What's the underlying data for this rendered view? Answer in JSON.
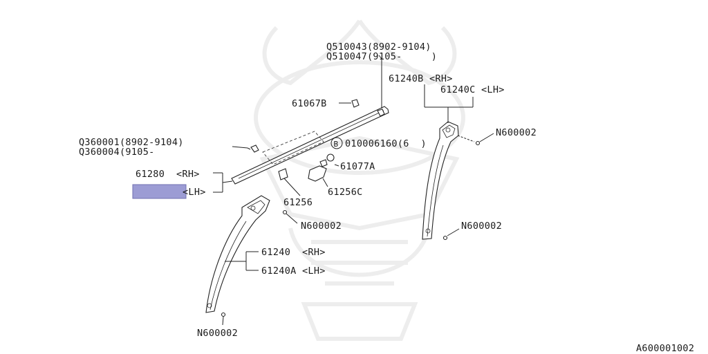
{
  "diagram": {
    "image_code": "A600001002",
    "labels": {
      "q510043": "Q510043(8902-9104)",
      "q510047": "Q510047(9105-     )",
      "p61240b": "61240B <RH>",
      "p61240c": "61240C <LH>",
      "p61067b": "61067B",
      "q360001": "Q360001(8902-9104)",
      "q360004": "Q360004(9105-",
      "b_circle": "B",
      "b_part": "010006160(6  )",
      "p61077a": "61077A",
      "p61280": "61280  <RH>",
      "p61280_lh": "<LH>",
      "p61256c": "61256C",
      "p61256": "61256",
      "n600002_a": "N600002",
      "n600002_b": "N600002",
      "n600002_c": "N600002",
      "n600002_d": "N600002",
      "p61240": "61240  <RH>",
      "p61240a": "61240A <LH>"
    },
    "colors": {
      "highlight": "#9c9cd4",
      "line": "#222222",
      "watermark": "#ececec"
    }
  }
}
